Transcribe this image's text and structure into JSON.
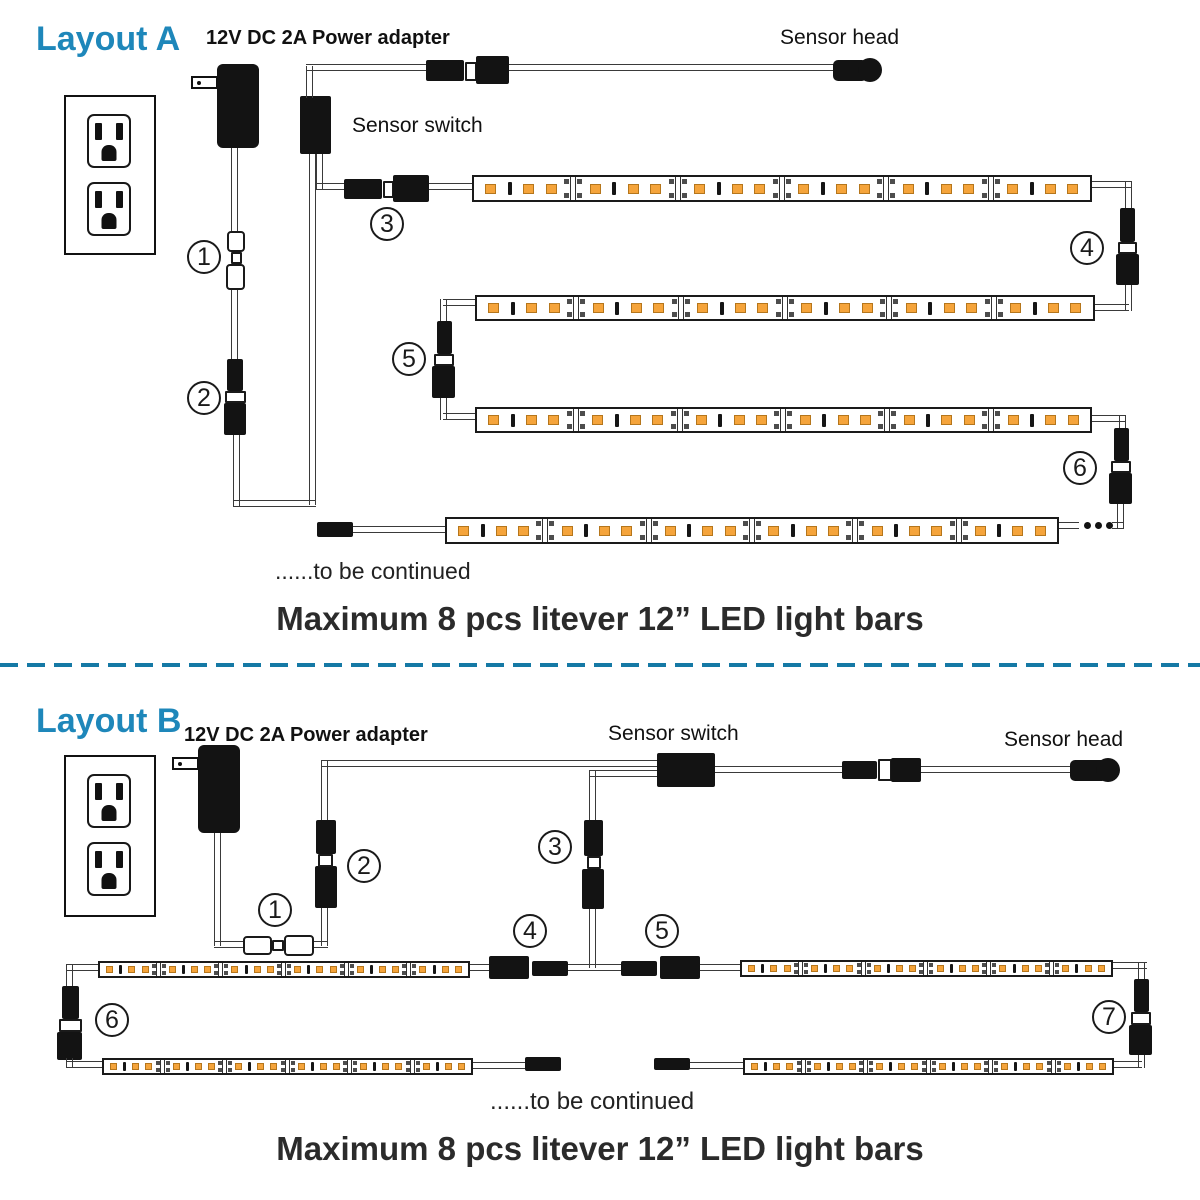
{
  "colors": {
    "accent_blue": "#1e87ba",
    "divider_blue": "#1579a5",
    "led_orange": "#F5A43B",
    "connector_black": "#131313",
    "wire_gray": "#3a3a3a"
  },
  "layout_a": {
    "title": "Layout A",
    "power_adapter_label": "12V DC 2A Power adapter",
    "sensor_head_label": "Sensor head",
    "sensor_switch_label": "Sensor switch",
    "to_be_continued": "......to be continued",
    "caption": "Maximum 8 pcs litever 12” LED light bars",
    "circled_numbers": [
      "1",
      "2",
      "3",
      "4",
      "5",
      "6"
    ],
    "led_bars_shown": 4
  },
  "layout_b": {
    "title": "Layout B",
    "power_adapter_label": "12V DC 2A Power adapter",
    "sensor_head_label": "Sensor head",
    "sensor_switch_label": "Sensor switch",
    "to_be_continued": "......to be continued",
    "caption": "Maximum 8 pcs litever 12” LED light bars",
    "circled_numbers": [
      "1",
      "2",
      "3",
      "4",
      "5",
      "6",
      "7"
    ],
    "led_bars_shown": 4
  },
  "led_bar": {
    "segments": 6,
    "leds_per_segment": 3,
    "pattern": "orange LED, black tick, orange LEDs separated by solder-pad junctions"
  }
}
